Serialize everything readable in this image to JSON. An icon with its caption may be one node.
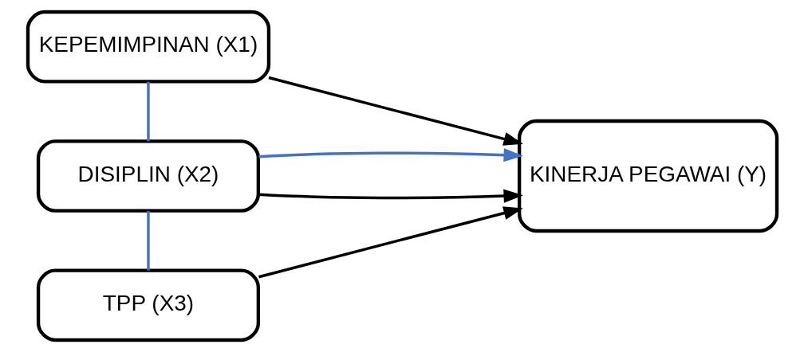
{
  "diagram": {
    "nodes": [
      {
        "text": [
          "KEPEMIMPINAN (X1)"
        ]
      },
      {
        "text": [
          "DISIPLIN (X2)"
        ]
      },
      {
        "text": [
          "TPP (X3)"
        ]
      },
      {
        "text": [
          "KINERJA PEGAWAI (Y)"
        ]
      }
    ],
    "edges": [
      {
        "from": 0,
        "to": 3,
        "arrow": "to"
      },
      {
        "from": 1,
        "to": 3,
        "arrow": "to"
      },
      {
        "from": 2,
        "to": 3,
        "arrow": "to"
      },
      {
        "from": 0,
        "to": 1,
        "arrow": "none",
        "color": "#4472c4"
      },
      {
        "from": 1,
        "to": 2,
        "arrow": "none",
        "color": "#4472c4"
      },
      {
        "from": 1,
        "to": 3,
        "arrow": "to",
        "color": "#4472c4"
      }
    ]
  }
}
